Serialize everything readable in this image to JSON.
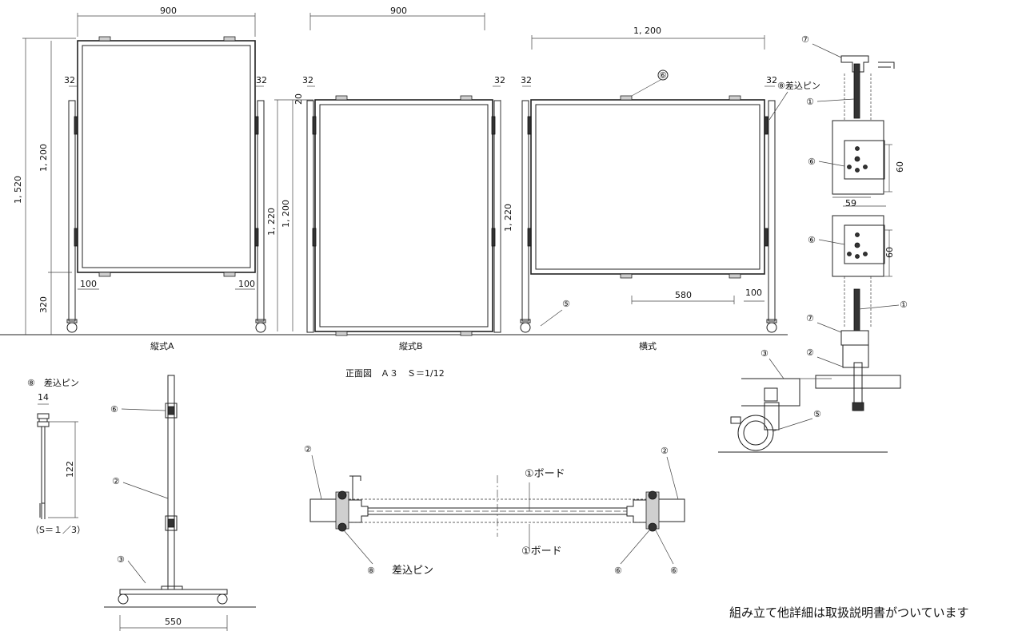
{
  "dims": {
    "w900a": "900",
    "w900b": "900",
    "w1200": "1, 200",
    "h1520": "1, 520",
    "h1200a": "1, 200",
    "h320": "320",
    "h1220b": "1, 220",
    "h1200b": "1, 200",
    "h1220c": "1, 220",
    "d32": "32",
    "d20": "20",
    "d100": "100",
    "d580": "580",
    "d60": "60",
    "d59": "59",
    "d14": "14",
    "d122": "122",
    "d550": "550"
  },
  "labels": {
    "tateA": "縦式A",
    "tateB": "縦式B",
    "yoko": "横式",
    "front_view": "正面図　Ａ３　Ｓ＝1/12",
    "pin_title": "⑧　差込ピン",
    "pin_callout": "⑧差込ピン",
    "pin_scale": "（S＝１／3）",
    "board": "①ボード",
    "pin_sec": "差込ピン"
  },
  "callouts": {
    "c1": "①",
    "c2": "②",
    "c3": "③",
    "c5": "⑤",
    "c6": "⑥",
    "c7": "⑦",
    "c8": "⑧"
  },
  "note": "組み立て他詳細は取扱説明書がついています"
}
